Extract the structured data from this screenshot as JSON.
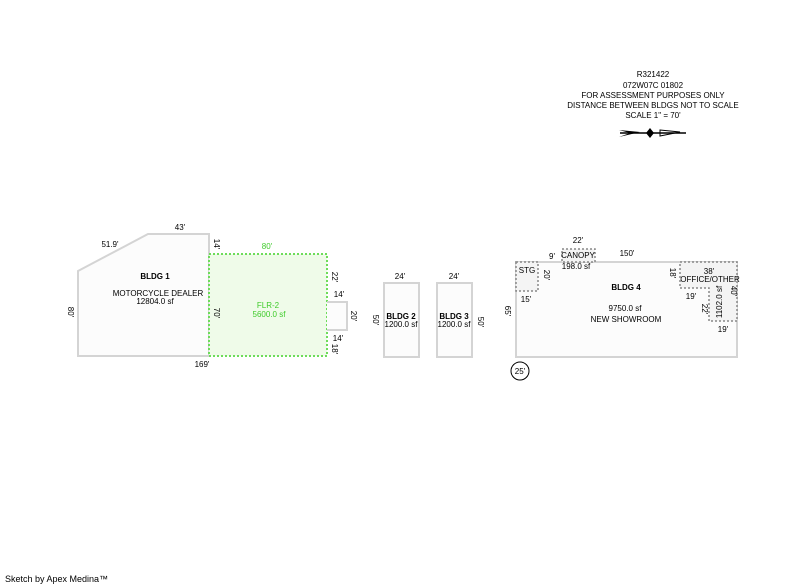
{
  "header": {
    "parcel_id": "R321422",
    "map_number": "072W07C 01802",
    "note1": "FOR ASSESSMENT PURPOSES ONLY",
    "note2": "DISTANCE BETWEEN BLDGS NOT TO SCALE",
    "scale": "SCALE 1\" = 70'"
  },
  "bldg1": {
    "name": "BLDG 1",
    "use": "MOTORCYCLE DEALER",
    "area": "12804.0 sf",
    "dims": {
      "top": "43'",
      "slope": "51.9'",
      "left": "80'",
      "bottom": "169'",
      "step": "14'",
      "inner": "70'",
      "right_top": "22'",
      "bump_top": "14'",
      "bump_side": "20'",
      "bump_bottom": "14'",
      "right_bottom": "18'"
    },
    "floor2": {
      "name": "FLR-2",
      "area": "5600.0 sf",
      "top": "80'"
    }
  },
  "bldg2": {
    "name": "BLDG 2",
    "area": "1200.0 sf",
    "width": "24'",
    "depth": "50'"
  },
  "bldg3": {
    "name": "BLDG 3",
    "area": "1200.0 sf",
    "width": "24'",
    "depth": "50'"
  },
  "bldg4": {
    "name": "BLDG 4",
    "area": "9750.0 sf",
    "use": "NEW SHOWROOM",
    "dims": {
      "top": "150'",
      "left": "65'",
      "circle": "25'"
    },
    "stg": {
      "name": "STG",
      "width": "15'",
      "depth": "20'",
      "offset": "9'"
    },
    "canopy": {
      "name": "CANOPY",
      "area": "198.0 sf",
      "width": "22'"
    },
    "office": {
      "name": "OFFICE/OTHER",
      "area": "1102.0 sf",
      "top": "38'",
      "left": "18'",
      "inner_w": "19'",
      "inner_h": "22'",
      "right": "40'",
      "bottom": "19'"
    }
  },
  "footer": "Sketch by Apex Medina™"
}
